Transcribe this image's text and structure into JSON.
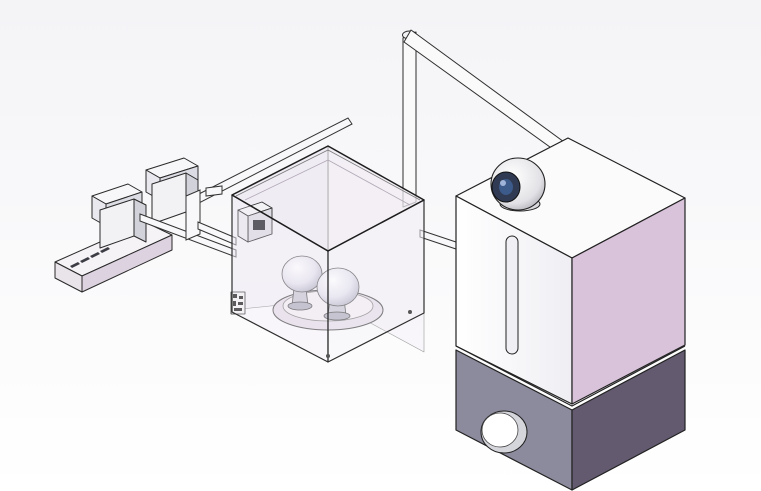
{
  "scene": {
    "kind": "cad-assembly-render",
    "background": {
      "top": "#f6f6f8",
      "bottom": "#ffffff"
    },
    "components": [
      {
        "name": "power-strip",
        "color": "#f1eef2"
      },
      {
        "name": "wall-plug-adapters",
        "count": 2,
        "color": "#f4f4f6"
      },
      {
        "name": "transparent-growth-chamber",
        "color": "#e6dcec"
      },
      {
        "name": "mushroom-specimens",
        "count": 2,
        "color": "#ecebf2"
      },
      {
        "name": "humidifier-body",
        "color": "#ffffff",
        "side_color": "#d9c6dc"
      },
      {
        "name": "humidifier-base",
        "color": "#8a8a9c",
        "side_color": "#63596e"
      },
      {
        "name": "humidifier-knob",
        "color": "#ffffff"
      },
      {
        "name": "webcam",
        "color": "#ebebeb",
        "lens_color": "#2b3448"
      },
      {
        "name": "camera-mount-arm",
        "color": "#f8f8f8"
      }
    ]
  }
}
